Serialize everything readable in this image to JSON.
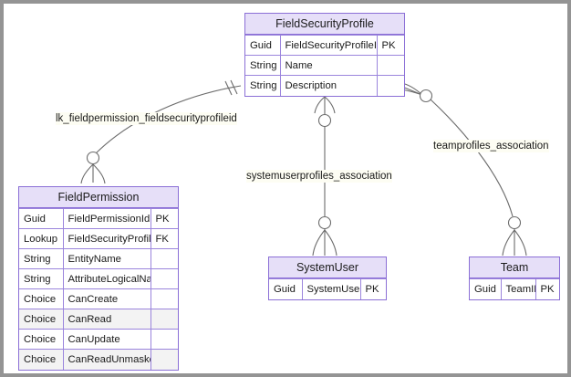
{
  "diagram": {
    "type": "entity-relationship-diagram",
    "border_color": "#949494",
    "entity_border_color": "#8b6fd6",
    "entity_header_color": "#e6dff8",
    "connector_color": "#6b6b6b",
    "canvas_background": "#ffffff"
  },
  "entities": [
    {
      "id": "fieldsecurityprofile",
      "name": "FieldSecurityProfile",
      "columns": [
        {
          "type": "Guid",
          "name": "FieldSecurityProfileId",
          "key": "PK",
          "tint": false
        },
        {
          "type": "String",
          "name": "Name",
          "key": "",
          "tint": false
        },
        {
          "type": "String",
          "name": "Description",
          "key": "",
          "tint": false
        }
      ]
    },
    {
      "id": "fieldpermission",
      "name": "FieldPermission",
      "columns": [
        {
          "type": "Guid",
          "name": "FieldPermissionId",
          "key": "PK",
          "tint": false
        },
        {
          "type": "Lookup",
          "name": "FieldSecurityProfileId",
          "key": "FK",
          "tint": false
        },
        {
          "type": "String",
          "name": "EntityName",
          "key": "",
          "tint": false
        },
        {
          "type": "String",
          "name": "AttributeLogicalName",
          "key": "",
          "tint": false
        },
        {
          "type": "Choice",
          "name": "CanCreate",
          "key": "",
          "tint": false
        },
        {
          "type": "Choice",
          "name": "CanRead",
          "key": "",
          "tint": true
        },
        {
          "type": "Choice",
          "name": "CanUpdate",
          "key": "",
          "tint": false
        },
        {
          "type": "Choice",
          "name": "CanReadUnmasked",
          "key": "",
          "tint": true
        }
      ]
    },
    {
      "id": "systemuser",
      "name": "SystemUser",
      "columns": [
        {
          "type": "Guid",
          "name": "SystemUserId",
          "key": "PK",
          "tint": false
        }
      ]
    },
    {
      "id": "team",
      "name": "Team",
      "columns": [
        {
          "type": "Guid",
          "name": "TeamID",
          "key": "PK",
          "tint": false
        }
      ]
    }
  ],
  "relationships": [
    {
      "id": "lk-fieldpermission",
      "label": "lk_fieldpermission_fieldsecurityprofileid",
      "from": "FieldSecurityProfile",
      "to": "FieldPermission",
      "from_cardinality": "one-and-only-one",
      "to_cardinality": "zero-or-many"
    },
    {
      "id": "systemuserprofiles",
      "label": "systemuserprofiles_association",
      "from": "FieldSecurityProfile",
      "to": "SystemUser",
      "from_cardinality": "zero-or-many",
      "to_cardinality": "zero-or-many"
    },
    {
      "id": "teamprofiles",
      "label": "teamprofiles_association",
      "from": "FieldSecurityProfile",
      "to": "Team",
      "from_cardinality": "zero-or-many",
      "to_cardinality": "zero-or-many"
    }
  ]
}
